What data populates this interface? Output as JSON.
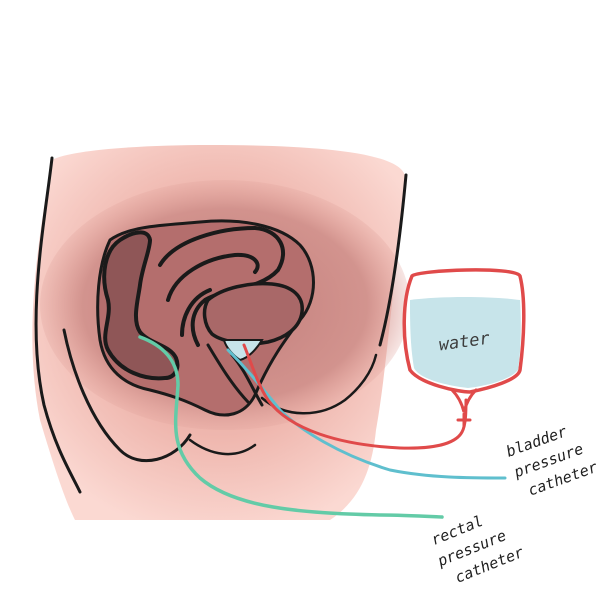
{
  "labels": {
    "water": "water",
    "bladder": [
      "bladder",
      "pressure",
      "catheter"
    ],
    "rectal": [
      "rectal",
      "pressure",
      "catheter"
    ]
  },
  "colors": {
    "skin": "#f7c7bf",
    "skin_shadow": "#e9a59b",
    "pelvic_region": "#c97f7c",
    "organ": "#b46e6d",
    "organ_dark": "#8f5657",
    "outline": "#1a1a1a",
    "bladder_line": "#e04a4a",
    "rectal_line": "#63cba7",
    "blue_line": "#5fbfce",
    "water_fill": "#c7e4ea",
    "bag_outline": "#e04a4a"
  }
}
